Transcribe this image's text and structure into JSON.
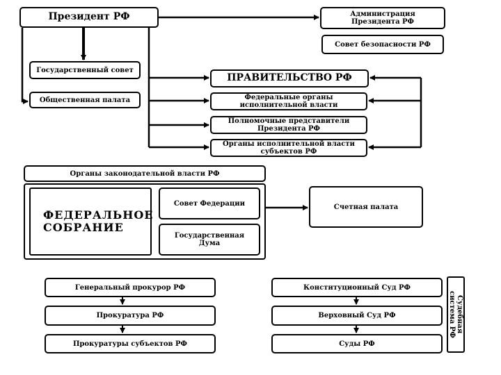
{
  "nodes": {
    "president": "Президент РФ",
    "administration": "Администрация Президента РФ",
    "security_council": "Совет безопасности РФ",
    "state_council": "Государственный совет",
    "public_chamber": "Общественная палата",
    "government": "ПРАВИТЕЛЬСТВО РФ",
    "federal_exec": "Федеральные органы исполнительной власти",
    "plenipotentiaries": "Полномочные представители Президента РФ",
    "regional_exec": "Органы исполнительной власти субъектов РФ",
    "legislative": "Органы законодательной власти РФ",
    "federal_assembly": "ФЕДЕРАЛЬНОЕ СОБРАНИЕ",
    "federation_council": "Совет Федерации",
    "state_duma": "Государственная Дума",
    "audit_chamber": "Счетная палата",
    "prosecutor_general": "Генеральный прокурор РФ",
    "prosecutor_office": "Прокуратура РФ",
    "regional_prosecutors": "Прокуратуры субъектов РФ",
    "constitutional_court": "Конституционный Суд РФ",
    "supreme_court": "Верховный Суд РФ",
    "courts": "Суды РФ",
    "judicial_system": "Судебная система РФ"
  }
}
